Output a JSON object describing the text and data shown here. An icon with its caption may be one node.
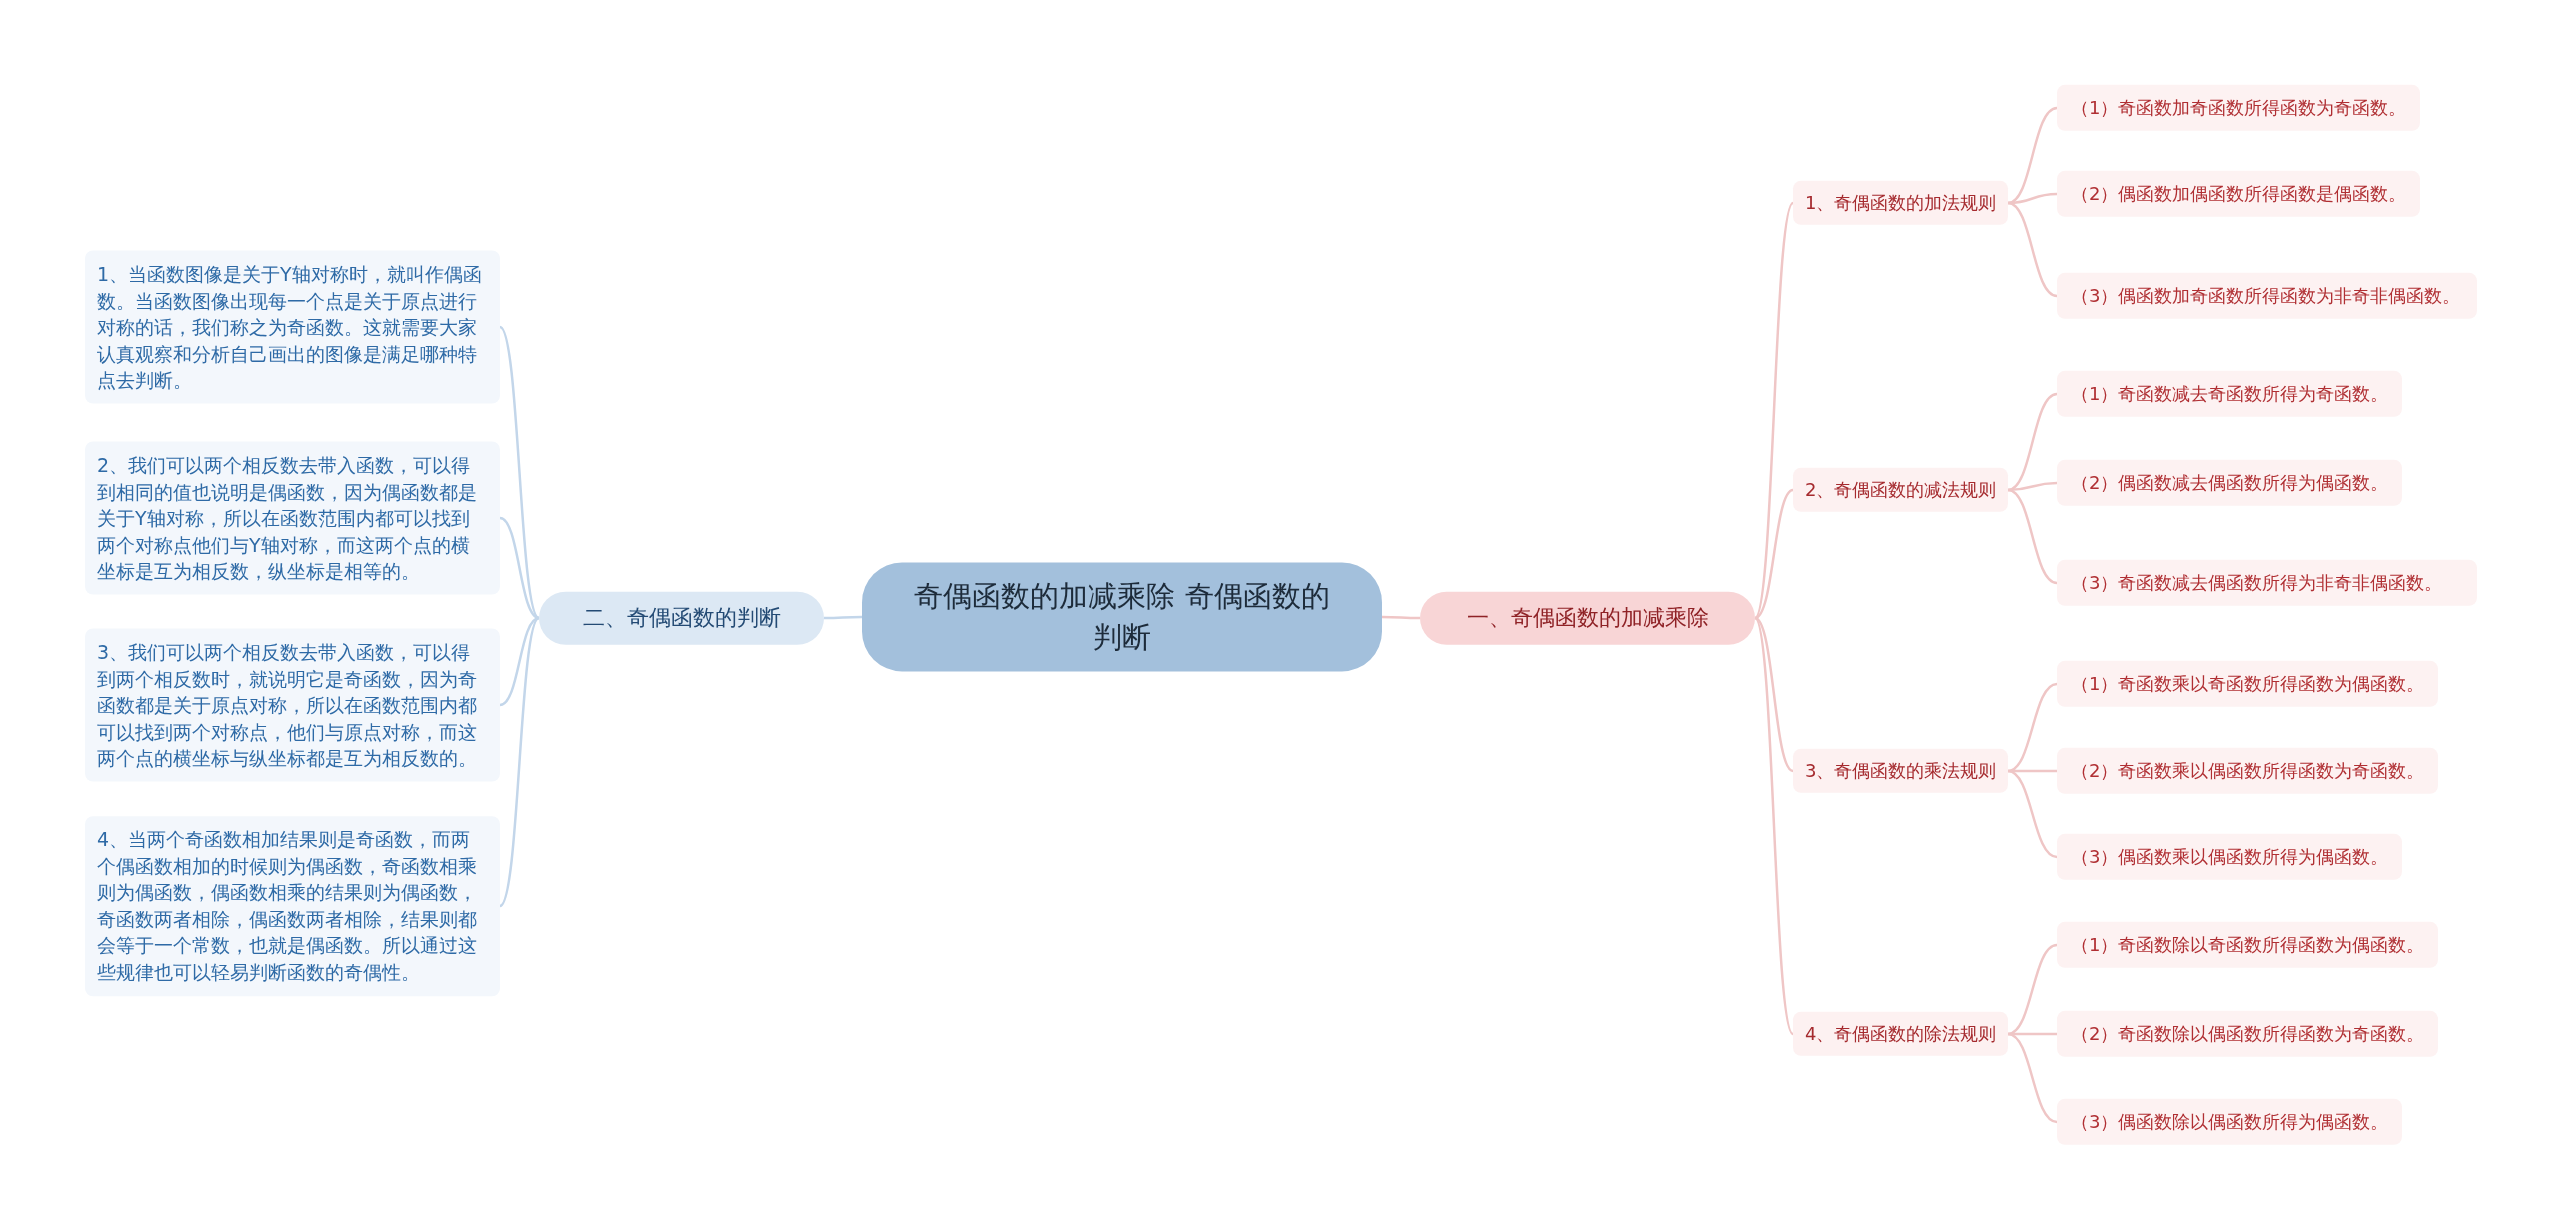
{
  "diagram": {
    "nodes": [
      {
        "text": [
          "奇偶函数的加减乘除 奇偶函数的判断"
        ]
      },
      {
        "text": [
          "一、奇偶函数的加减乘除"
        ]
      },
      {
        "text": [
          "1、奇偶函数的加法规则"
        ]
      },
      {
        "text": [
          "（1）奇函数加奇函数所得函数为奇函数。"
        ]
      },
      {
        "text": [
          "（2）偶函数加偶函数所得函数是偶函数。"
        ]
      },
      {
        "text": [
          "（3）偶函数加奇函数所得函数为非奇非偶函数。"
        ]
      },
      {
        "text": [
          "2、奇偶函数的减法规则"
        ]
      },
      {
        "text": [
          "（1）奇函数减去奇函数所得为奇函数。"
        ]
      },
      {
        "text": [
          "（2）偶函数减去偶函数所得为偶函数。"
        ]
      },
      {
        "text": [
          "（3）奇函数减去偶函数所得为非奇非偶函数。"
        ]
      },
      {
        "text": [
          "3、奇偶函数的乘法规则"
        ]
      },
      {
        "text": [
          "（1）奇函数乘以奇函数所得函数为偶函数。"
        ]
      },
      {
        "text": [
          "（2）奇函数乘以偶函数所得函数为奇函数。"
        ]
      },
      {
        "text": [
          "（3）偶函数乘以偶函数所得为偶函数。"
        ]
      },
      {
        "text": [
          "4、奇偶函数的除法规则"
        ]
      },
      {
        "text": [
          "（1）奇函数除以奇函数所得函数为偶函数。"
        ]
      },
      {
        "text": [
          "（2）奇函数除以偶函数所得函数为奇函数。"
        ]
      },
      {
        "text": [
          "（3）偶函数除以偶函数所得为偶函数。"
        ]
      },
      {
        "text": [
          "二、奇偶函数的判断"
        ]
      },
      {
        "text": [
          "1、当函数图像是关于Y轴对称时，就叫作偶函数。当函数图像出现每一个点是关于原点进行对称的话，我们称之为奇函数。这就需要大家认真观察和分析自己画出的图像是满足哪种特点去判断。"
        ]
      },
      {
        "text": [
          "2、我们可以两个相反数去带入函数，可以得到相同的值也说明是偶函数，因为偶函数都是关于Y轴对称，所以在函数范围内都可以找到两个对称点他们与Y轴对称，而这两个点的横坐标是互为相反数，纵坐标是相等的。"
        ]
      },
      {
        "text": [
          "3、我们可以两个相反数去带入函数，可以得到两个相反数时，就说明它是奇函数，因为奇函数都是关于原点对称，所以在函数范围内都可以找到两个对称点，他们与原点对称，而这两个点的横坐标与纵坐标都是互为相反数的。"
        ]
      },
      {
        "text": [
          "4、当两个奇函数相加结果则是奇函数，而两个偶函数相加的时候则为偶函数，奇函数相乘则为偶函数，偶函数相乘的结果则为偶函数，奇函数两者相除，偶函数两者相除，结果则都会等于一个常数，也就是偶函数。所以通过这些规律也可以轻易判断函数的奇偶性。"
        ]
      }
    ],
    "edges": [
      {
        "from": 0,
        "to": 1,
        "arrow": "none"
      },
      {
        "from": 1,
        "to": 2,
        "arrow": "none"
      },
      {
        "from": 2,
        "to": 3,
        "arrow": "none"
      },
      {
        "from": 2,
        "to": 4,
        "arrow": "none"
      },
      {
        "from": 2,
        "to": 5,
        "arrow": "none"
      },
      {
        "from": 1,
        "to": 6,
        "arrow": "none"
      },
      {
        "from": 6,
        "to": 7,
        "arrow": "none"
      },
      {
        "from": 6,
        "to": 8,
        "arrow": "none"
      },
      {
        "from": 6,
        "to": 9,
        "arrow": "none"
      },
      {
        "from": 1,
        "to": 10,
        "arrow": "none"
      },
      {
        "from": 10,
        "to": 11,
        "arrow": "none"
      },
      {
        "from": 10,
        "to": 12,
        "arrow": "none"
      },
      {
        "from": 10,
        "to": 13,
        "arrow": "none"
      },
      {
        "from": 1,
        "to": 14,
        "arrow": "none"
      },
      {
        "from": 14,
        "to": 15,
        "arrow": "none"
      },
      {
        "from": 14,
        "to": 16,
        "arrow": "none"
      },
      {
        "from": 14,
        "to": 17,
        "arrow": "none"
      },
      {
        "from": 0,
        "to": 18,
        "arrow": "none",
        "color": "#c3d6ea"
      },
      {
        "from": 18,
        "to": 19,
        "arrow": "none",
        "color": "#c3d6ea"
      },
      {
        "from": 18,
        "to": 20,
        "arrow": "none",
        "color": "#c3d6ea"
      },
      {
        "from": 18,
        "to": 21,
        "arrow": "none",
        "color": "#c3d6ea"
      },
      {
        "from": 18,
        "to": 22,
        "arrow": "none",
        "color": "#c3d6ea"
      }
    ]
  }
}
